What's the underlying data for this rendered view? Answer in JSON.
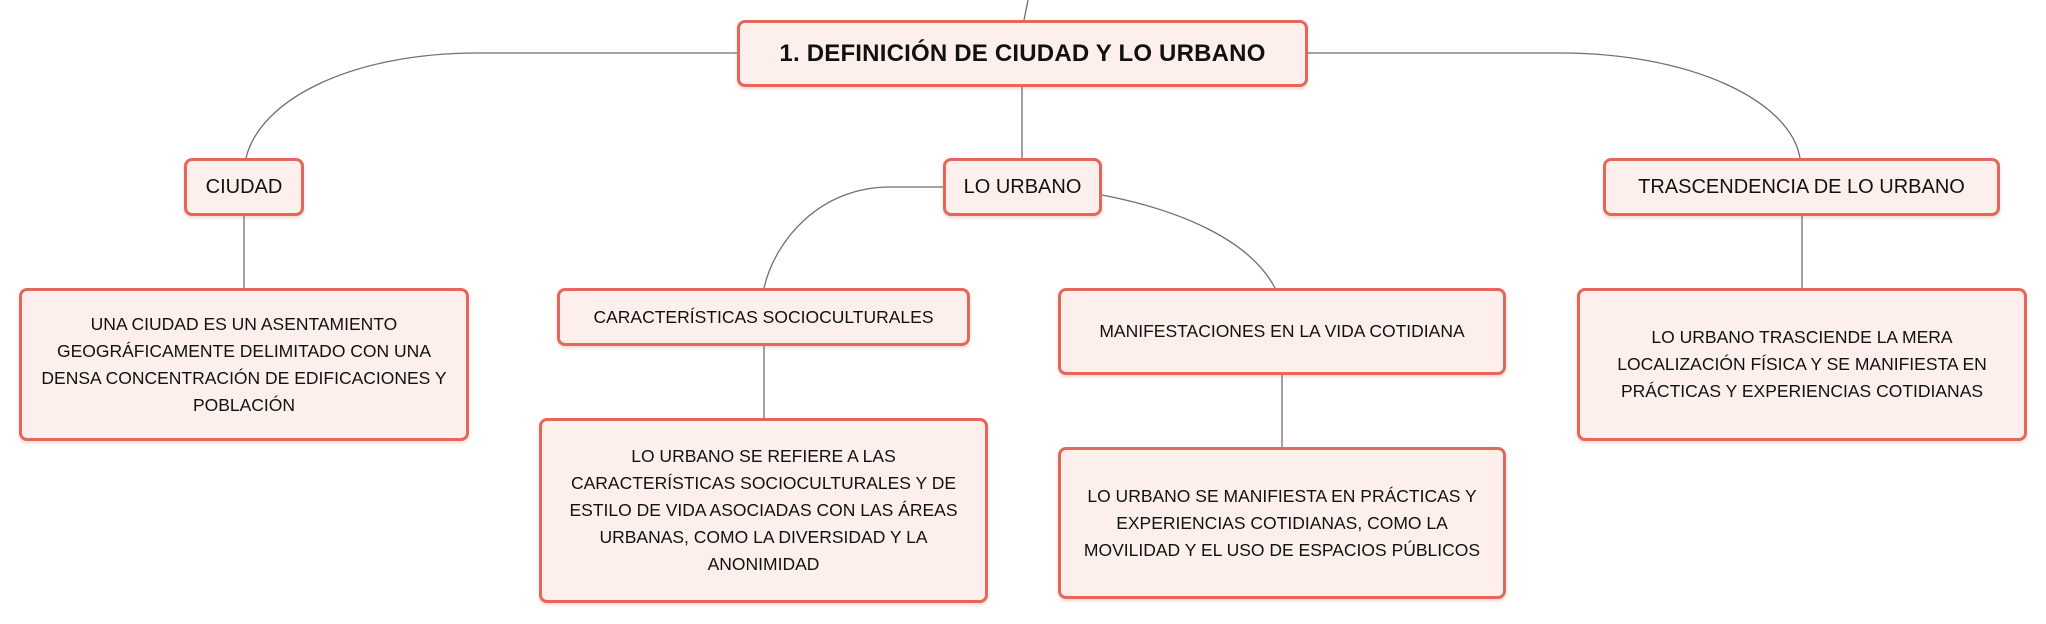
{
  "diagram": {
    "root": {
      "label": "1. DEFINICIÓN DE CIUDAD Y LO URBANO"
    },
    "branches": [
      {
        "label": "CIUDAD",
        "detail": "UNA CIUDAD ES UN ASENTAMIENTO GEOGRÁFICAMENTE DELIMITADO CON UNA DENSA CONCENTRACIÓN DE EDIFICACIONES Y POBLACIÓN"
      },
      {
        "label": "LO URBANO",
        "children": [
          {
            "label": "CARACTERÍSTICAS SOCIOCULTURALES",
            "detail": "LO URBANO SE REFIERE A LAS CARACTERÍSTICAS SOCIOCULTURALES Y DE ESTILO DE VIDA ASOCIADAS CON LAS ÁREAS URBANAS, COMO LA DIVERSIDAD Y LA ANONIMIDAD"
          },
          {
            "label": "MANIFESTACIONES EN LA VIDA COTIDIANA",
            "detail": "LO URBANO SE MANIFIESTA EN PRÁCTICAS Y EXPERIENCIAS COTIDIANAS, COMO LA MOVILIDAD Y EL USO DE ESPACIOS PÚBLICOS"
          }
        ]
      },
      {
        "label": "TRASCENDENCIA DE LO URBANO",
        "detail": "LO URBANO TRASCIENDE LA MERA LOCALIZACIÓN FÍSICA Y SE MANIFIESTA EN PRÁCTICAS Y EXPERIENCIAS COTIDIANAS"
      }
    ]
  },
  "colors": {
    "node_border": "#e4685a",
    "node_fill": "#fdf0ec",
    "connector": "#6f6f6f"
  }
}
